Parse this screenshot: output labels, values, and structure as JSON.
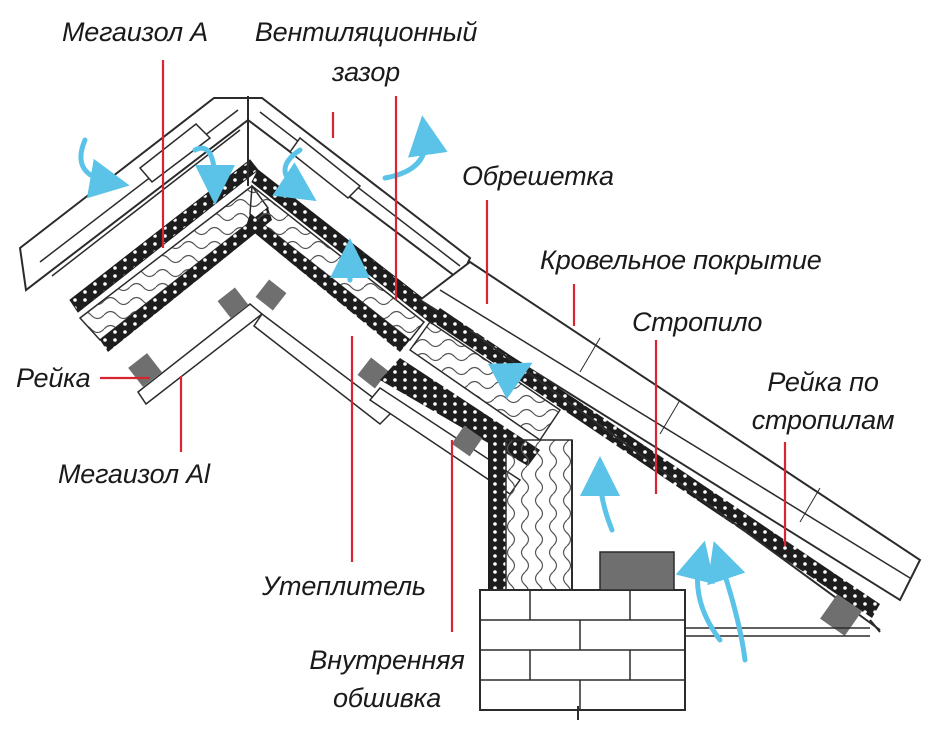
{
  "labels": {
    "megaizol_a": "Мегаизол А",
    "vent_gap_line1": "Вентиляционный",
    "vent_gap_line2": "зазор",
    "obreshetka": "Обрешетка",
    "roof_cover": "Кровельное покрытие",
    "rafter": "Стропило",
    "batten_line1": "Рейка по",
    "batten_line2": "стропилам",
    "reyka": "Рейка",
    "megaizol_al": "Мегаизол Al",
    "insulation": "Утеплитель",
    "inner_line1": "Внутренняя",
    "inner_line2": "обшивка"
  },
  "colors": {
    "leader": "#d92532",
    "arrow": "#5bc3e8",
    "ink": "#2b2b2b",
    "block": "#6f6f6f"
  }
}
